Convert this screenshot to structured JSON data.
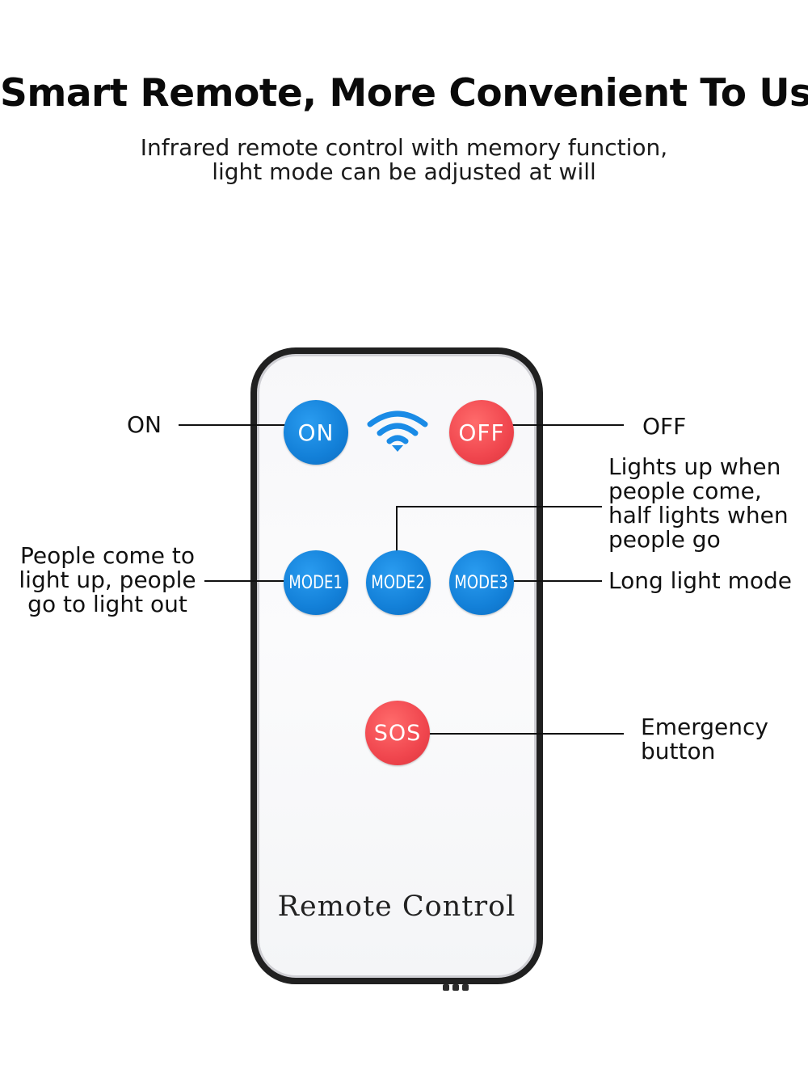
{
  "header": {
    "title": "Smart Remote, More Convenient To Use",
    "subtitle_line1": "Infrared remote control with memory function,",
    "subtitle_line2": "light mode can be adjusted at will"
  },
  "remote": {
    "buttons": {
      "on": "ON",
      "off": "OFF",
      "mode1": "MODE1",
      "mode2": "MODE2",
      "mode3": "MODE3",
      "sos": "SOS"
    },
    "wireless_icon": "wifi-signal-icon",
    "label": "Remote Control"
  },
  "callouts": {
    "on": "ON",
    "off": "OFF",
    "mode1": [
      "People come to",
      "light up, people",
      "go to light out"
    ],
    "mode2": [
      "Lights up when",
      "people come,",
      "half lights when",
      "people go"
    ],
    "mode3": "Long light mode",
    "sos": [
      "Emergency",
      "button"
    ]
  },
  "colors": {
    "blue_button": "#1380d8",
    "red_button": "#f0464e",
    "wifi_blue": "#1a8be6",
    "remote_border": "#202020",
    "text": "#111111"
  }
}
